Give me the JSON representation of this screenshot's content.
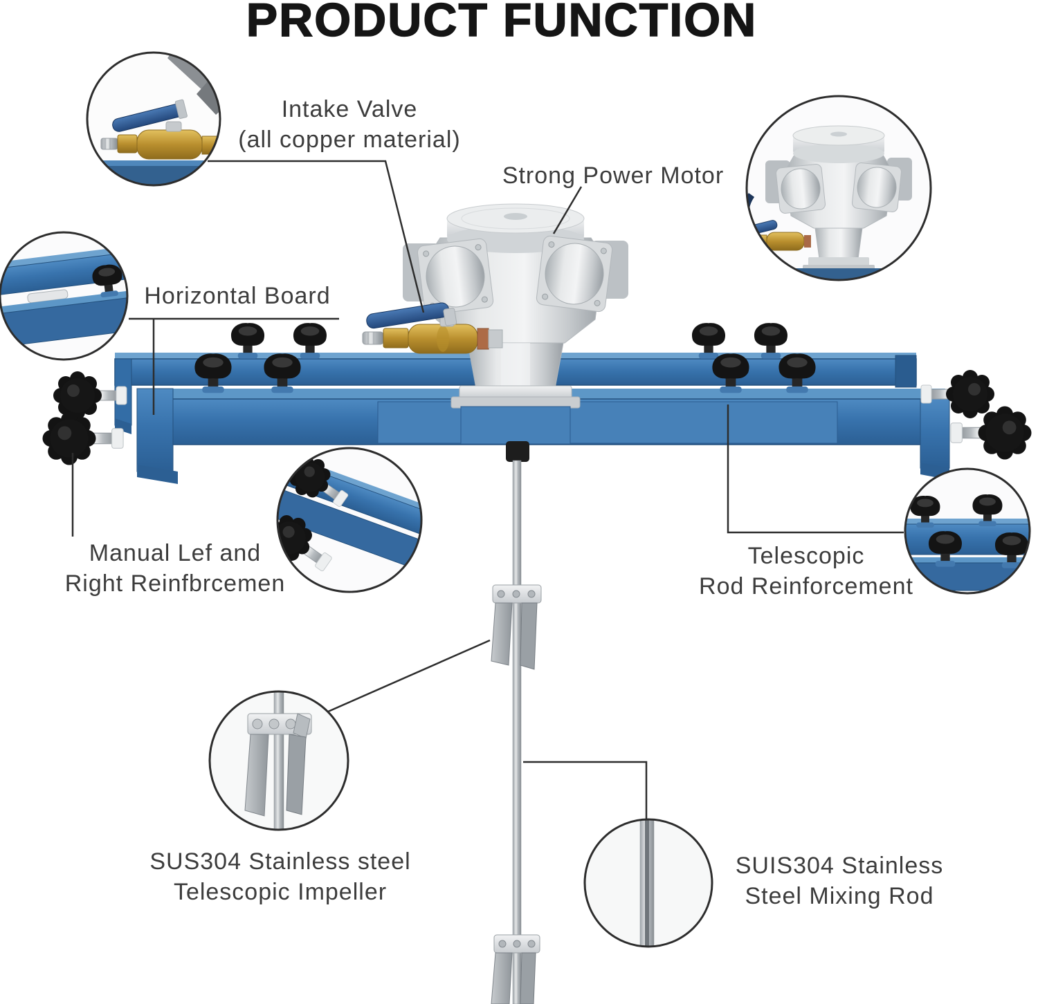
{
  "page": {
    "title": "PRODUCT FUNCTION"
  },
  "colors": {
    "board_blue": "#3a76b0",
    "board_blue_dark": "#33618f",
    "board_blue_light": "#6ea3cf",
    "pedestal_blue": "#4781b8",
    "brass": "#c09a3a",
    "steel": "#d6d9db",
    "knob_black": "#161616",
    "handle_blue": "#2d5a93",
    "outline": "#2e2e2e",
    "label_text": "#3c3c3c",
    "title_text": "#151515"
  },
  "callouts": {
    "intake_valve": {
      "line1": "Intake Valve",
      "line2": "(all copper material)"
    },
    "strong_power_motor": {
      "label": "Strong Power Motor"
    },
    "horizontal_board": {
      "label": "Horizontal Board"
    },
    "manual_reinforcement": {
      "line1": "Manual Lef and",
      "line2": "Right Reinfbrcemen"
    },
    "telescopic_rod_reinforcement": {
      "line1": "Telescopic",
      "line2": "Rod Reinforcement"
    },
    "telescopic_impeller": {
      "line1": "SUS304 Stainless steel",
      "line2": "Telescopic Impeller"
    },
    "mixing_rod": {
      "line1": "SUIS304 Stainless",
      "line2": "Steel Mixing Rod"
    }
  }
}
